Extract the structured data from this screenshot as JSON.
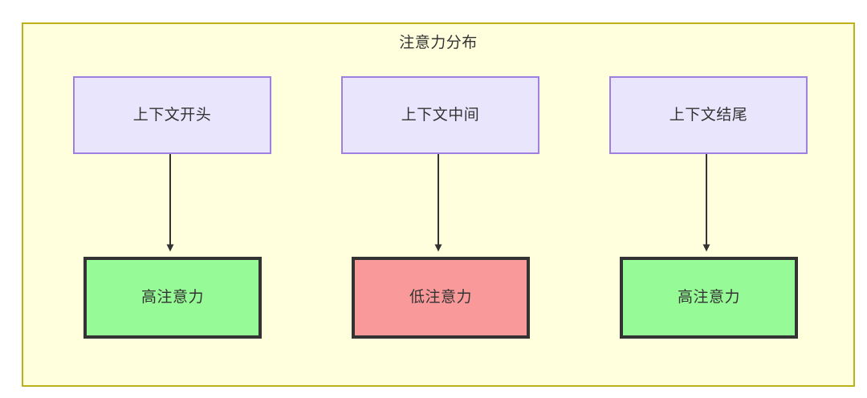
{
  "diagram": {
    "title": "注意力分布",
    "background_color": "#ffffde",
    "border_color": "#bbb219",
    "text_color": "#333333",
    "context_nodes": [
      {
        "id": "ctx-begin",
        "label": "上下文开头",
        "fill": "#e8e5fd",
        "stroke": "#9f7fe0"
      },
      {
        "id": "ctx-middle",
        "label": "上下文中间",
        "fill": "#e8e5fd",
        "stroke": "#9f7fe0"
      },
      {
        "id": "ctx-end",
        "label": "上下文结尾",
        "fill": "#e8e5fd",
        "stroke": "#9f7fe0"
      }
    ],
    "attention_nodes": [
      {
        "id": "attn-high-start",
        "label": "高注意力",
        "fill": "#96fa96",
        "stroke": "#333333"
      },
      {
        "id": "attn-low-middle",
        "label": "低注意力",
        "fill": "#fa9999",
        "stroke": "#333333"
      },
      {
        "id": "attn-high-end",
        "label": "高注意力",
        "fill": "#96fa96",
        "stroke": "#333333"
      }
    ],
    "edges": [
      {
        "from": "ctx-begin",
        "to": "attn-high-start",
        "label": ""
      },
      {
        "from": "ctx-middle",
        "to": "attn-low-middle",
        "label": ""
      },
      {
        "from": "ctx-end",
        "to": "attn-high-end",
        "label": ""
      }
    ]
  }
}
